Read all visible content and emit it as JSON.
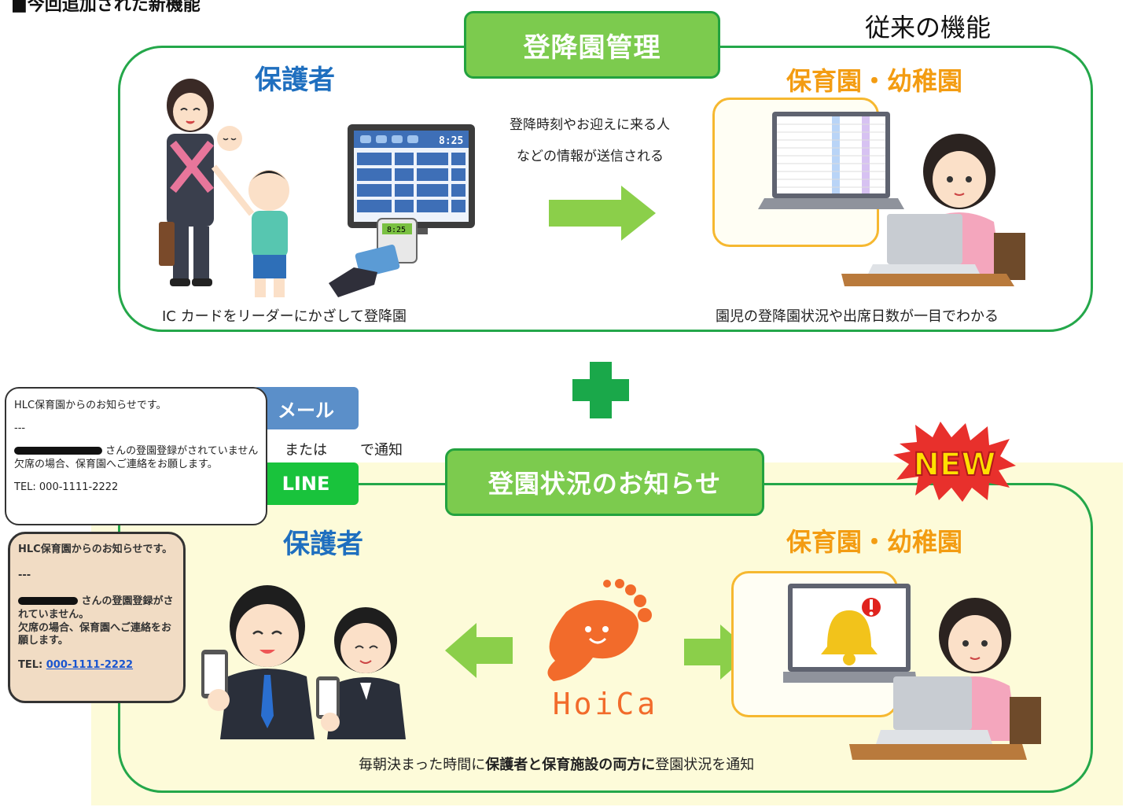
{
  "page": {
    "heading": "■今回追加された新機能",
    "traditional_label": "従来の機能"
  },
  "top_panel": {
    "title": "登降園管理",
    "guardian_label": "保護者",
    "facility_label": "保育園・幼稚園",
    "send_info_line1": "登降時刻やお迎えに来る人",
    "send_info_line2": "などの情報が送信される",
    "terminal_time": "8:25",
    "reader_time": "8:25",
    "caption_left": "IC カードをリーダーにかざして登降園",
    "caption_right": "園児の登降園状況や出席日数が一目でわかる"
  },
  "bottom_panel": {
    "title": "登園状況のお知らせ",
    "new_badge": "NEW",
    "guardian_label": "保護者",
    "facility_label": "保育園・幼稚園",
    "brand": "HoiCa",
    "caption_prefix": "毎朝決まった時間に",
    "caption_bold": "保護者と保育施設の両方に",
    "caption_suffix": "登園状況を通知"
  },
  "notify": {
    "mail_badge": "メール",
    "line_badge": "LINE",
    "or_text": "または",
    "notify_text": "で通知"
  },
  "mail_message": {
    "line1": "HLC保育園からのお知らせです。",
    "separator": "---",
    "line2": "さんの登園登録がされていません",
    "line3": "欠席の場合、保育園へご連絡をお願します。",
    "tel": "TEL: 000-1111-2222"
  },
  "line_message": {
    "line1": "HLC保育園からのお知らせです。",
    "separator": "---",
    "line2": "さんの登園登録がされていません。",
    "line3": "欠席の場合、保育園へご連絡をお願します。",
    "tel_label": "TEL:",
    "tel_number": "000-1111-2222"
  },
  "colors": {
    "frame_green": "#24a74a",
    "pill_green": "#7ccb4e",
    "arrow_green": "#8bcf4a",
    "plus_green": "#1aa84a",
    "guardian_blue": "#1f6fbf",
    "facility_orange": "#f39c12",
    "mail_blue": "#5b8fc9",
    "line_green": "#19c33c",
    "yellow_band": "#fdfbd9",
    "hoica_orange": "#f26b2b"
  },
  "icons": [
    "parent-child-illustration",
    "ic-card-terminal-icon",
    "right-arrow-icon",
    "staff-laptop-illustration",
    "plus-icon",
    "hoica-logo",
    "left-arrow-icon",
    "parents-smartphones-illustration",
    "bell-alert-icon",
    "new-burst-badge"
  ]
}
